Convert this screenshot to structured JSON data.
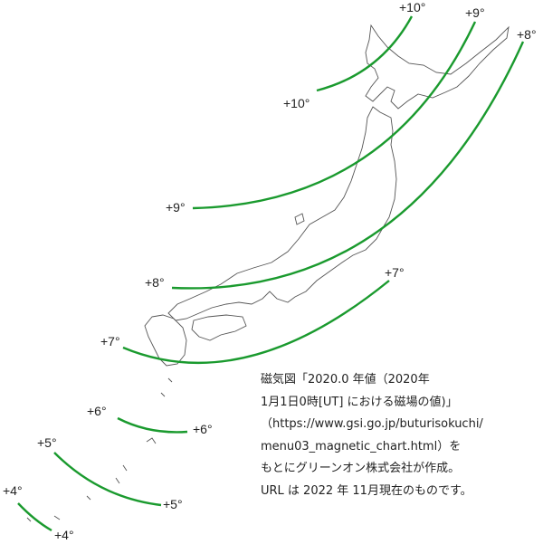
{
  "map": {
    "line_color": "#1a9a2e",
    "land_outline_color": "#555555",
    "isogonic_lines": [
      {
        "id": "p10",
        "labels": [
          "+10°",
          "+10°"
        ]
      },
      {
        "id": "p9",
        "labels": [
          "+9°",
          "+9°"
        ]
      },
      {
        "id": "p8",
        "labels": [
          "+8°",
          "+8°"
        ]
      },
      {
        "id": "p7",
        "labels": [
          "+7°",
          "+7°"
        ]
      },
      {
        "id": "p6",
        "labels": [
          "+6°",
          "+6°"
        ]
      },
      {
        "id": "p5",
        "labels": [
          "+5°",
          "+5°"
        ]
      },
      {
        "id": "p4",
        "labels": [
          "+4°",
          "+4°"
        ]
      }
    ]
  },
  "caption": {
    "lines": [
      "磁気図「2020.0 年値（2020年",
      "1月1日0時[UT] における磁場の値)」",
      "（https://www.gsi.go.jp/buturisokuchi/",
      "menu03_magnetic_chart.html）を",
      "もとにグリーンオン株式会社が作成。",
      "URL は 2022 年 11月現在のものです。"
    ]
  }
}
